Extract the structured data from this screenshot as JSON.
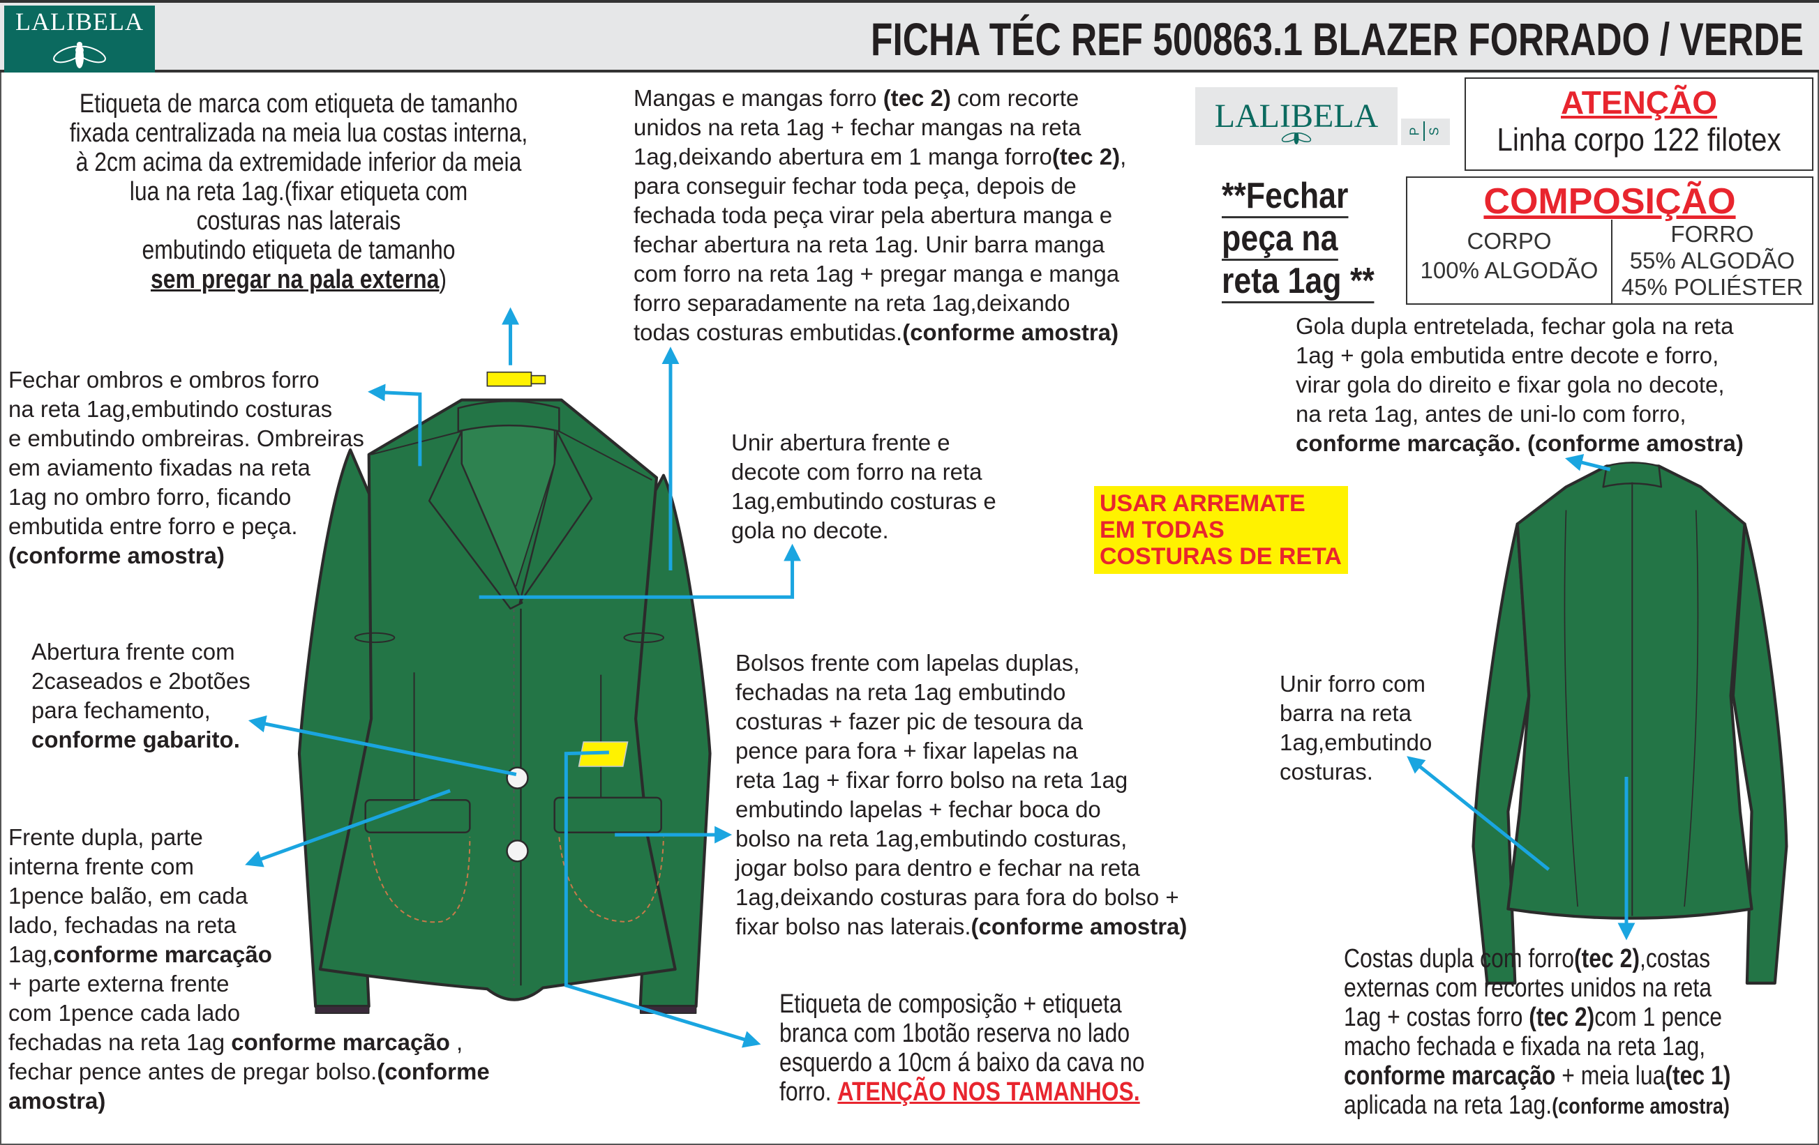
{
  "header": {
    "brand": "LALIBELA",
    "title": "FICHA TÉC REF 500863.1 BLAZER FORRADO / VERDE"
  },
  "logo2": {
    "brand": "LALIBELA",
    "tag_p": "P",
    "tag_s": "S"
  },
  "atencao": {
    "heading": "ATENÇÃO",
    "text": "Linha corpo 122 filotex"
  },
  "composicao": {
    "heading": "COMPOSIÇÃO",
    "corpo_label": "CORPO",
    "corpo_value": "100% ALGODÃO",
    "forro_label": "FORRO",
    "forro_value_1": "55% ALGODÃO",
    "forro_value_2": "45% POLIÉSTER"
  },
  "fechar": [
    "**Fechar",
    "peça na",
    "reta 1ag **"
  ],
  "arremate": [
    "USAR ARREMATE",
    "EM TODAS",
    "COSTURAS DE RETA"
  ],
  "colors": {
    "accent_blue": "#1aa5e0",
    "brand_teal": "#0b6a5f",
    "alert_red": "#e8252e",
    "jacket_green": "#237546",
    "highlight_yellow": "#fff200"
  },
  "notes": {
    "etiqueta_marca": [
      [
        {
          "t": "Etiqueta de marca com etiqueta de tamanho"
        }
      ],
      [
        {
          "t": "fixada centralizada na meia lua costas interna,"
        }
      ],
      [
        {
          "t": "à 2cm acima da extremidade inferior da meia"
        }
      ],
      [
        {
          "t": "lua na reta 1ag.(fixar etiqueta com"
        }
      ],
      [
        {
          "t": "costuras nas laterais"
        }
      ],
      [
        {
          "t": "embutindo etiqueta de tamanho"
        }
      ],
      [
        {
          "t": "sem pregar na pala externa",
          "s": "bu"
        },
        {
          "t": ")"
        }
      ]
    ],
    "mangas": [
      [
        {
          "t": "Mangas e mangas forro "
        },
        {
          "t": "(tec 2)",
          "s": "b"
        },
        {
          "t": " com recorte"
        }
      ],
      [
        {
          "t": "unidos na reta 1ag + fechar mangas na reta"
        }
      ],
      [
        {
          "t": "1ag,deixando abertura em 1 manga forro"
        },
        {
          "t": "(tec 2)",
          "s": "b"
        },
        {
          "t": ","
        }
      ],
      [
        {
          "t": "para conseguir fechar toda peça, depois de"
        }
      ],
      [
        {
          "t": "fechada toda peça virar pela abertura manga e"
        }
      ],
      [
        {
          "t": "fechar abertura na reta 1ag. Unir barra manga"
        }
      ],
      [
        {
          "t": "com forro na reta 1ag + pregar manga e manga"
        }
      ],
      [
        {
          "t": "forro separadamente na reta 1ag,deixando"
        }
      ],
      [
        {
          "t": "todas costuras embutidas."
        },
        {
          "t": "(conforme amostra)",
          "s": "b"
        }
      ]
    ],
    "gola": [
      [
        {
          "t": "Gola dupla entretelada, fechar gola na reta"
        }
      ],
      [
        {
          "t": "1ag + gola embutida entre decote e forro,"
        }
      ],
      [
        {
          "t": "virar gola do direito e fixar gola no decote,"
        }
      ],
      [
        {
          "t": "na reta 1ag, antes de uni-lo com forro,"
        }
      ],
      [
        {
          "t": "conforme marcação. (conforme amostra)",
          "s": "b"
        }
      ]
    ],
    "ombros": [
      [
        {
          "t": "Fechar ombros e ombros forro"
        }
      ],
      [
        {
          "t": "na reta 1ag,embutindo costuras"
        }
      ],
      [
        {
          "t": "e embutindo ombreiras. Ombreiras"
        }
      ],
      [
        {
          "t": "em aviamento fixadas na reta"
        }
      ],
      [
        {
          "t": "1ag no ombro forro, ficando"
        }
      ],
      [
        {
          "t": "embutida entre forro e peça."
        }
      ],
      [
        {
          "t": "(conforme amostra)",
          "s": "b"
        }
      ]
    ],
    "unir_abertura": [
      [
        {
          "t": "Unir abertura frente e"
        }
      ],
      [
        {
          "t": "decote com forro na reta"
        }
      ],
      [
        {
          "t": "1ag,embutindo costuras e"
        }
      ],
      [
        {
          "t": "gola no decote."
        }
      ]
    ],
    "abertura_frente": [
      [
        {
          "t": "Abertura frente com"
        }
      ],
      [
        {
          "t": "2caseados e 2botões"
        }
      ],
      [
        {
          "t": "para fechamento,"
        }
      ],
      [
        {
          "t": "conforme gabarito.",
          "s": "b"
        }
      ]
    ],
    "bolsos": [
      [
        {
          "t": "Bolsos frente com lapelas duplas,"
        }
      ],
      [
        {
          "t": "fechadas na reta 1ag embutindo"
        }
      ],
      [
        {
          "t": "costuras + fazer pic de tesoura da"
        }
      ],
      [
        {
          "t": "pence para fora + fixar lapelas na"
        }
      ],
      [
        {
          "t": "reta 1ag + fixar forro bolso na reta 1ag"
        }
      ],
      [
        {
          "t": "embutindo lapelas + fechar boca do"
        }
      ],
      [
        {
          "t": "bolso na reta 1ag,embutindo costuras,"
        }
      ],
      [
        {
          "t": "jogar bolso para dentro e fechar na reta"
        }
      ],
      [
        {
          "t": "1ag,deixando costuras para fora do bolso +"
        }
      ],
      [
        {
          "t": "fixar bolso nas laterais."
        },
        {
          "t": "(conforme amostra)",
          "s": "b"
        }
      ]
    ],
    "unir_forro": [
      [
        {
          "t": "Unir forro com"
        }
      ],
      [
        {
          "t": "barra na reta"
        }
      ],
      [
        {
          "t": "1ag,embutindo"
        }
      ],
      [
        {
          "t": "costuras."
        }
      ]
    ],
    "frente_dupla": [
      [
        {
          "t": "Frente dupla, parte"
        }
      ],
      [
        {
          "t": "interna frente com"
        }
      ],
      [
        {
          "t": "1pence balão, em cada"
        }
      ],
      [
        {
          "t": "lado, fechadas na reta"
        }
      ],
      [
        {
          "t": "1ag,"
        },
        {
          "t": "conforme marcação",
          "s": "b"
        }
      ],
      [
        {
          "t": "+ parte externa frente"
        }
      ],
      [
        {
          "t": "com 1pence cada lado"
        }
      ],
      [
        {
          "t": "fechadas na reta 1ag "
        },
        {
          "t": "conforme marcação",
          "s": "b"
        },
        {
          "t": " ,"
        }
      ],
      [
        {
          "t": "fechar pence antes de pregar bolso."
        },
        {
          "t": "(conforme",
          "s": "b"
        }
      ],
      [
        {
          "t": "amostra)",
          "s": "b"
        }
      ]
    ],
    "etiqueta_composicao": [
      [
        {
          "t": "Etiqueta de composição + etiqueta"
        }
      ],
      [
        {
          "t": "branca com 1botão reserva no lado"
        }
      ],
      [
        {
          "t": "esquerdo a 10cm á baixo da cava no"
        }
      ],
      [
        {
          "t": "forro. "
        },
        {
          "t": "ATENÇÃO NOS TAMANHOS.",
          "s": "r"
        }
      ]
    ],
    "costas": [
      [
        {
          "t": "Costas dupla com forro"
        },
        {
          "t": "(tec 2)",
          "s": "b"
        },
        {
          "t": ",costas"
        }
      ],
      [
        {
          "t": "externas com recortes unidos na reta"
        }
      ],
      [
        {
          "t": "1ag + costas forro "
        },
        {
          "t": "(tec 2)",
          "s": "b"
        },
        {
          "t": "com 1 pence"
        }
      ],
      [
        {
          "t": "macho fechada e fixada na reta 1ag,"
        }
      ],
      [
        {
          "t": "conforme marcação",
          "s": "b"
        },
        {
          "t": " + meia lua"
        },
        {
          "t": "(tec 1)",
          "s": "b"
        }
      ],
      [
        {
          "t": "aplicada na reta 1ag."
        },
        {
          "t": "(conforme amostra)",
          "s": "sm"
        }
      ]
    ]
  }
}
